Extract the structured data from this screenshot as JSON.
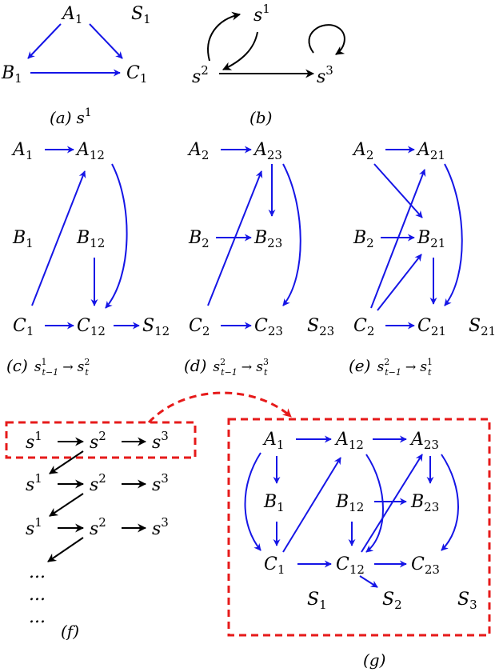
{
  "colors": {
    "edge": "#1515e6",
    "state_edge": "#000000",
    "highlight": "#e61a1a"
  },
  "panel_a": {
    "nodes": {
      "A": "A",
      "A_sub": "1",
      "B": "B",
      "B_sub": "1",
      "C": "C",
      "C_sub": "1"
    },
    "state": "S",
    "state_sub": "1",
    "caption_tag": "(a)",
    "caption_var": "s",
    "caption_sup": "1"
  },
  "panel_b": {
    "s1": "s",
    "s1_sup": "1",
    "s2": "s",
    "s2_sup": "2",
    "s3": "s",
    "s3_sup": "3",
    "caption": "(b)"
  },
  "panel_c": {
    "A1": "A",
    "A1_sub": "1",
    "A12": "A",
    "A12_sub": "12",
    "B1": "B",
    "B1_sub": "1",
    "B12": "B",
    "B12_sub": "12",
    "C1": "C",
    "C1_sub": "1",
    "C12": "C",
    "C12_sub": "12",
    "S": "S",
    "S_sub": "12",
    "caption_tag": "(c)",
    "from_sup": "1",
    "to_sup": "2"
  },
  "panel_d": {
    "A2": "A",
    "A2_sub": "2",
    "A23": "A",
    "A23_sub": "23",
    "B2": "B",
    "B2_sub": "2",
    "B23": "B",
    "B23_sub": "23",
    "C2": "C",
    "C2_sub": "2",
    "C23": "C",
    "C23_sub": "23",
    "S": "S",
    "S_sub": "23",
    "caption_tag": "(d)",
    "from_sup": "2",
    "to_sup": "3"
  },
  "panel_e": {
    "A2": "A",
    "A2_sub": "2",
    "A21": "A",
    "A21_sub": "21",
    "B2": "B",
    "B2_sub": "2",
    "B21": "B",
    "B21_sub": "21",
    "C2": "C",
    "C2_sub": "2",
    "C21": "C",
    "C21_sub": "21",
    "S": "S",
    "S_sub": "21",
    "caption_tag": "(e)",
    "from_sup": "2",
    "to_sup": "1"
  },
  "caption_common": {
    "var": "s",
    "sub_prev": "t−1",
    "sub_cur": "t",
    "arrow": "→"
  },
  "panel_f": {
    "var": "s",
    "sup1": "1",
    "sup2": "2",
    "sup3": "3",
    "ellipsis": "...",
    "caption": "(f)"
  },
  "panel_g": {
    "A1": "A",
    "A1_sub": "1",
    "A12": "A",
    "A12_sub": "12",
    "A23": "A",
    "A23_sub": "23",
    "B1": "B",
    "B1_sub": "1",
    "B12": "B",
    "B12_sub": "12",
    "B23": "B",
    "B23_sub": "23",
    "C1": "C",
    "C1_sub": "1",
    "C12": "C",
    "C12_sub": "12",
    "C23": "C",
    "C23_sub": "23",
    "S1": "S",
    "S1_sub": "1",
    "S2": "S",
    "S2_sub": "2",
    "S3": "S",
    "S3_sub": "3",
    "caption": "(g)"
  }
}
